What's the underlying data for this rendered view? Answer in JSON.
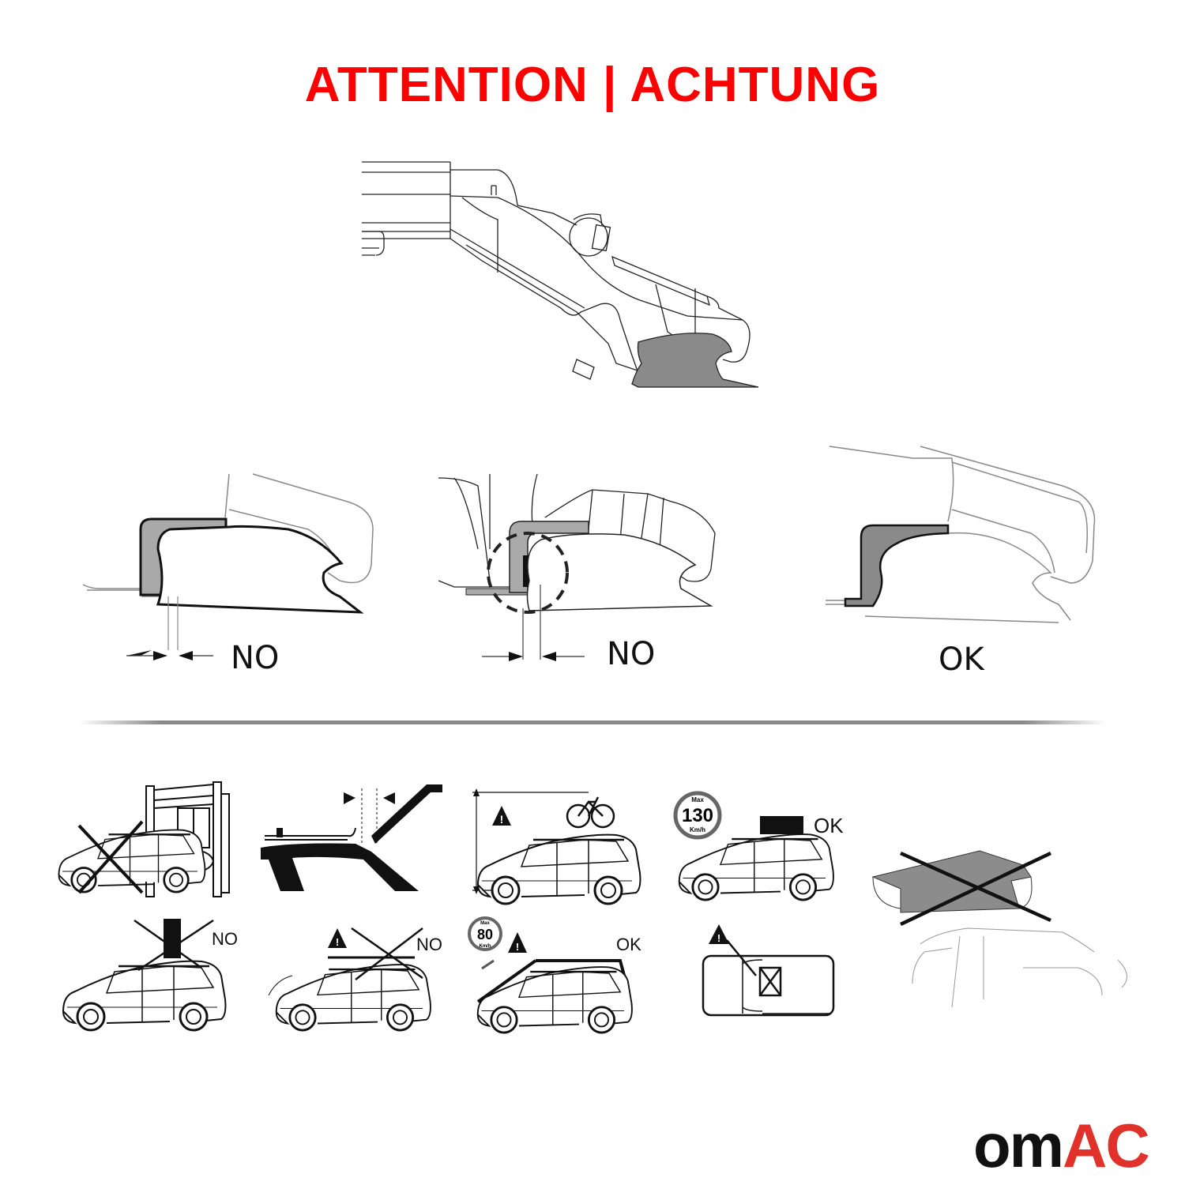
{
  "header": {
    "title": "ATTENTION | ACHTUNG",
    "title_color": "#ff0000"
  },
  "main_diagram": {
    "description": "roof-rack-foot-clamped-on-roof-rail-side-view",
    "rail_fill_color": "#8a8a8a"
  },
  "fitment_examples": [
    {
      "label": "NO",
      "state": "gap-between-bracket-and-rail"
    },
    {
      "label": "NO",
      "state": "gap-highlighted-with-dashed-circle"
    },
    {
      "label": "OK",
      "state": "bracket-flush-with-rail"
    }
  ],
  "divider": {
    "color": "#8a8a8a"
  },
  "usage_icons": {
    "row1": [
      {
        "name": "car-wash",
        "verdict": "crossed-out"
      },
      {
        "name": "tailgate-clearance",
        "verdict": "measure"
      },
      {
        "name": "bike-carrier-height",
        "verdict": "warning"
      },
      {
        "name": "roof-box-130",
        "speed_max_label": "Max",
        "speed_value": "130",
        "speed_unit": "Km/h",
        "label": "OK"
      }
    ],
    "row2": [
      {
        "name": "tall-load",
        "label": "NO"
      },
      {
        "name": "overhang-load",
        "label": "NO"
      },
      {
        "name": "long-load-80",
        "speed_max_label": "Max",
        "speed_value": "80",
        "speed_unit": "Km/h",
        "label": "OK"
      },
      {
        "name": "sunroof-top-view",
        "verdict": "warning"
      }
    ],
    "rooftop_tent": {
      "name": "rooftop-tent",
      "verdict": "crossed-out",
      "tent_color": "#8c8c8c"
    }
  },
  "brand": {
    "logo_part1": "om",
    "logo_part2": "AC",
    "color_dark": "#111111",
    "color_red": "#e0312b"
  }
}
